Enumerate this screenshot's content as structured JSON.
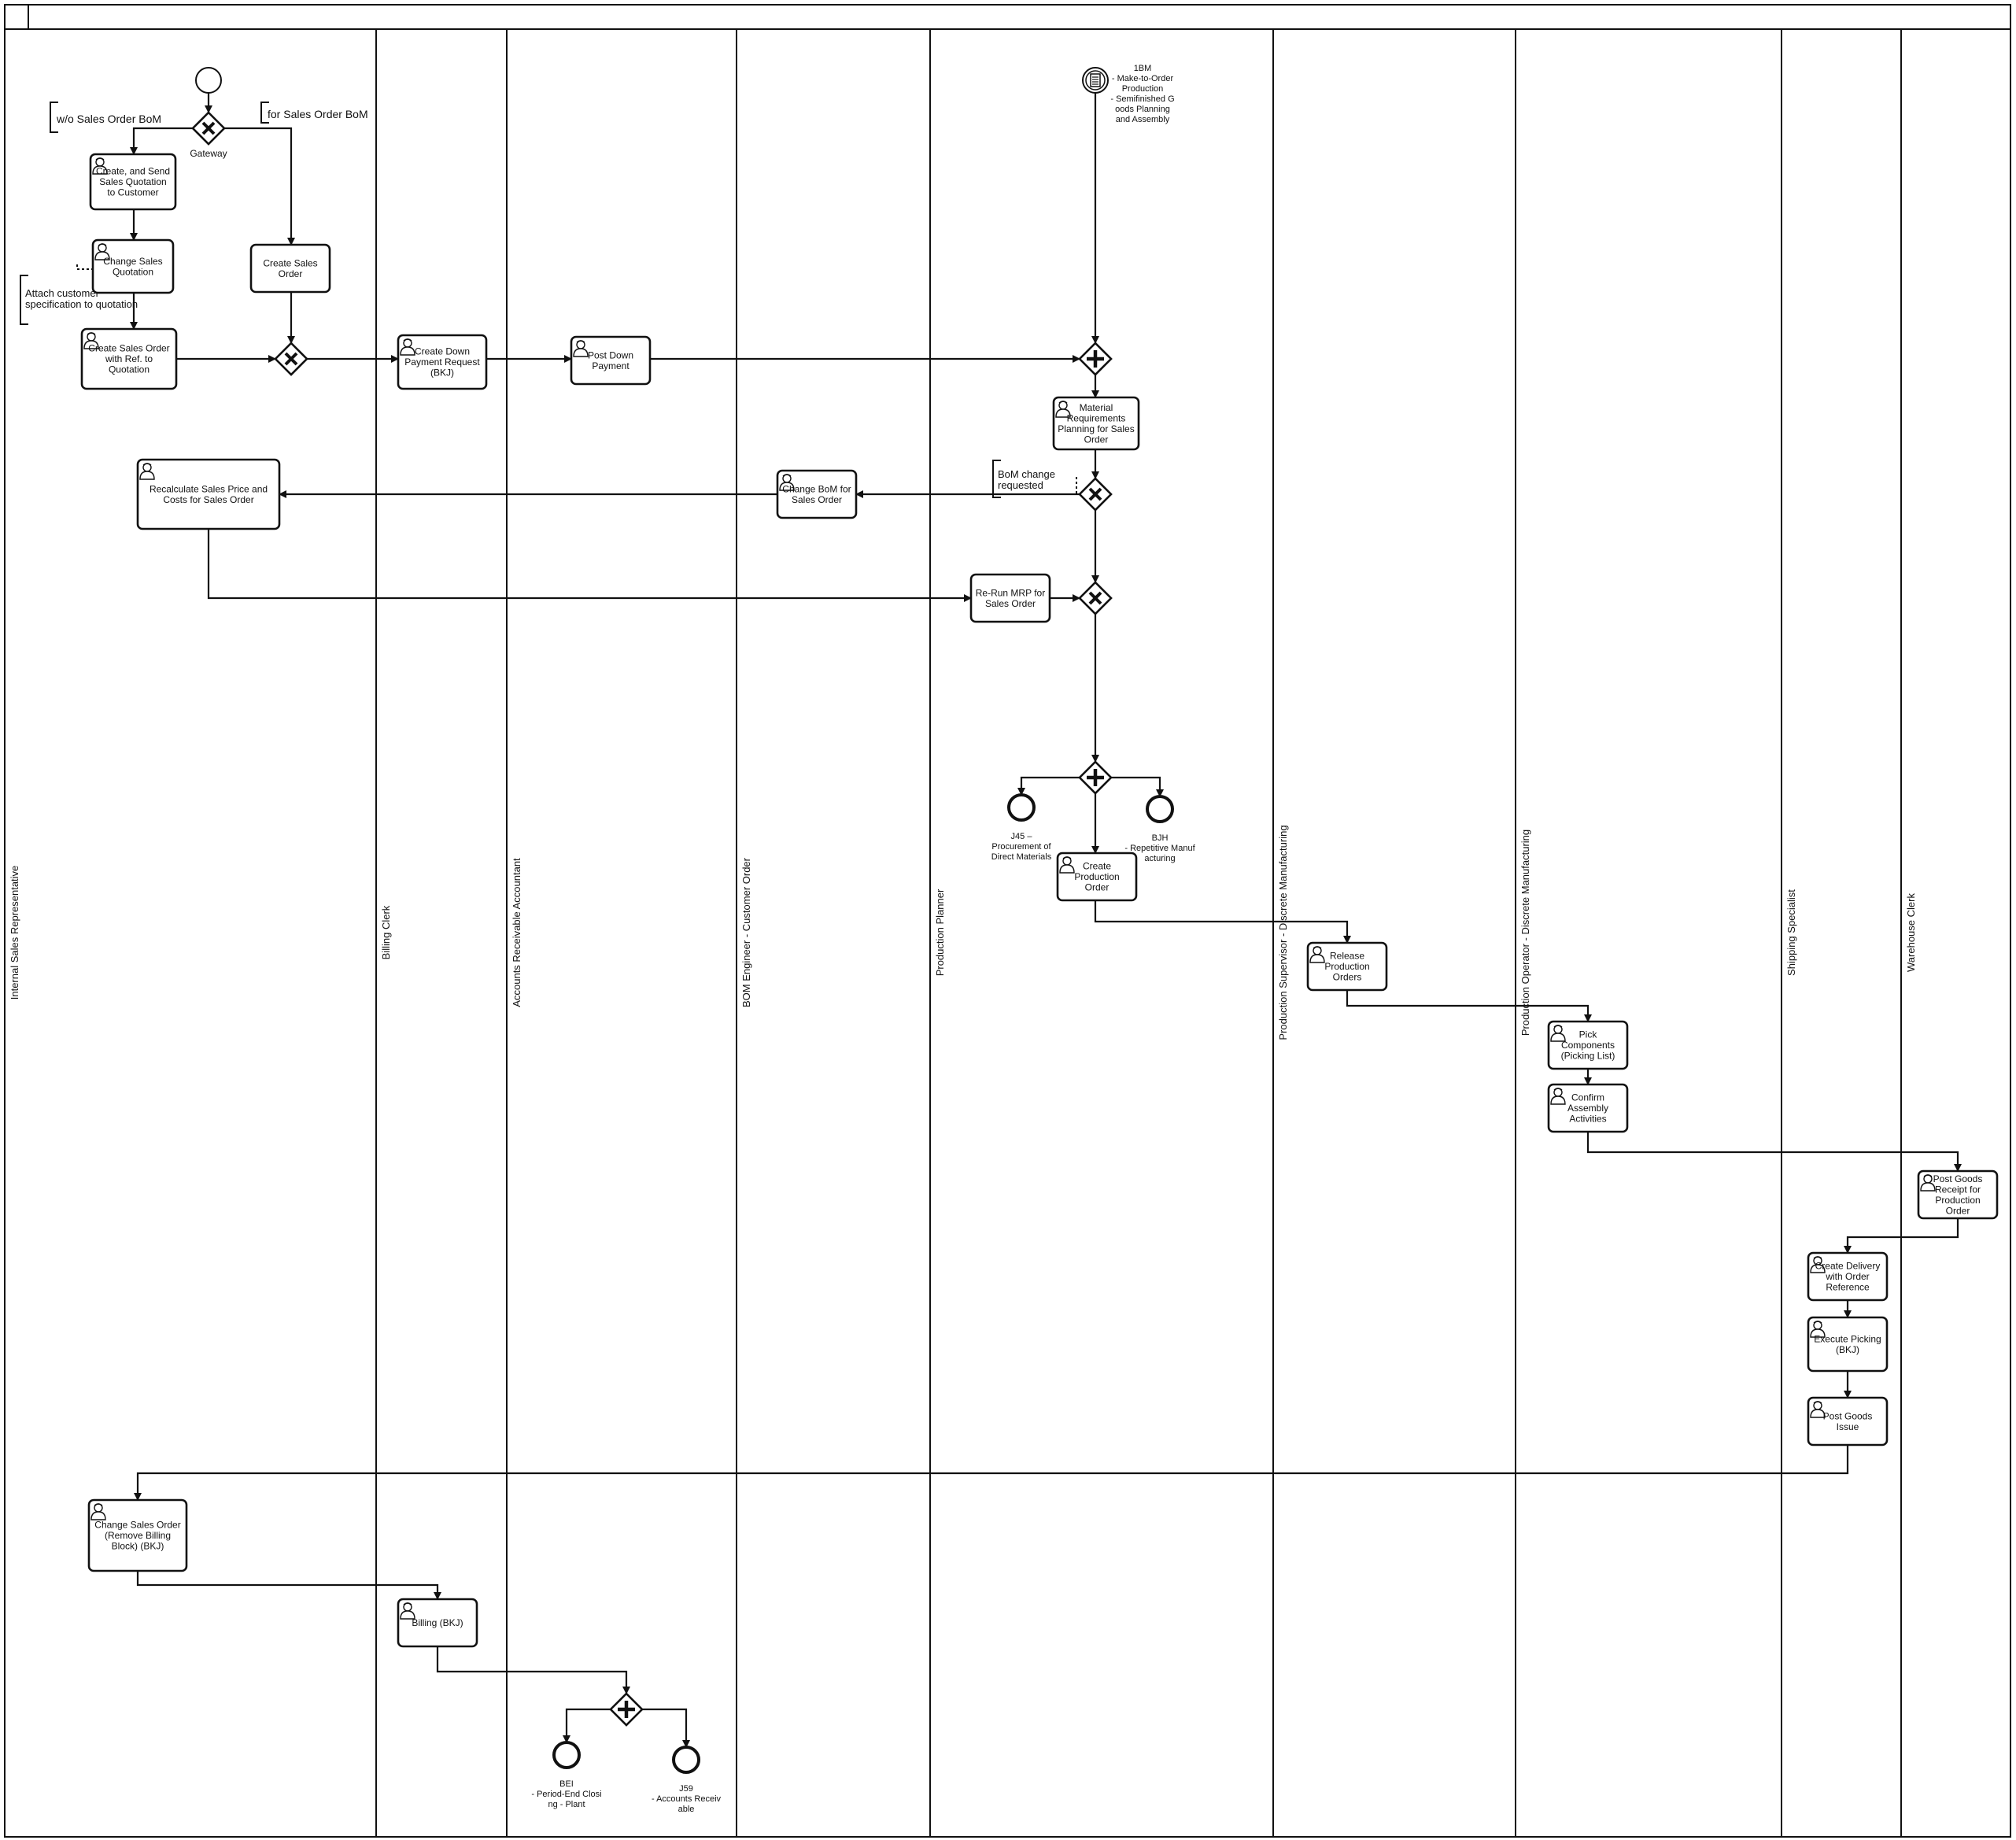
{
  "lanes": [
    {
      "id": "isr",
      "label": "Internal Sales Representative"
    },
    {
      "id": "bc",
      "label": "Billing Clerk"
    },
    {
      "id": "ara",
      "label": "Accounts Receivable Accountant"
    },
    {
      "id": "bom",
      "label": "BOM Engineer - Customer Order"
    },
    {
      "id": "pp",
      "label": "Production Planner"
    },
    {
      "id": "ps",
      "label": "Production Supervisor - Discrete Manufacturing"
    },
    {
      "id": "po",
      "label": "Production Operator - Discrete Manufacturing"
    },
    {
      "id": "ss",
      "label": "Shipping Specialist"
    },
    {
      "id": "wc",
      "label": "Warehouse Clerk"
    }
  ],
  "tasks": [
    {
      "id": "t_quote",
      "lines": [
        "Create, and Send",
        "Sales Quotation",
        "to Customer"
      ],
      "user_icon": true
    },
    {
      "id": "t_change_quote",
      "lines": [
        "Change Sales",
        "Quotation"
      ],
      "user_icon": true
    },
    {
      "id": "t_create_so",
      "lines": [
        "Create Sales",
        "Order"
      ],
      "user_icon": false
    },
    {
      "id": "t_so_ref",
      "lines": [
        "Create Sales Order",
        "with Ref. to",
        "Quotation"
      ],
      "user_icon": true
    },
    {
      "id": "t_down_req",
      "lines": [
        "Create Down",
        "Payment Request",
        "(BKJ)"
      ],
      "user_icon": true
    },
    {
      "id": "t_post_down",
      "lines": [
        "Post Down",
        "Payment"
      ],
      "user_icon": true
    },
    {
      "id": "t_mrp",
      "lines": [
        "Material",
        "Requirements",
        "Planning for Sales",
        "Order"
      ],
      "user_icon": true
    },
    {
      "id": "t_recalc",
      "lines": [
        "Recalculate Sales Price and",
        "Costs for Sales Order"
      ],
      "user_icon": true
    },
    {
      "id": "t_change_bom",
      "lines": [
        "Change BoM for",
        "Sales Order"
      ],
      "user_icon": true
    },
    {
      "id": "t_rerun",
      "lines": [
        "Re-Run MRP for",
        "Sales Order"
      ],
      "user_icon": false
    },
    {
      "id": "t_create_po",
      "lines": [
        "Create",
        "Production",
        "Order"
      ],
      "user_icon": true
    },
    {
      "id": "t_release",
      "lines": [
        "Release",
        "Production",
        "Orders"
      ],
      "user_icon": true
    },
    {
      "id": "t_pick",
      "lines": [
        "Pick",
        "Components",
        "(Picking List)"
      ],
      "user_icon": true
    },
    {
      "id": "t_confirm",
      "lines": [
        "Confirm",
        "Assembly",
        "Activities"
      ],
      "user_icon": true
    },
    {
      "id": "t_gr",
      "lines": [
        "Post Goods",
        "Receipt for",
        "Production",
        "Order"
      ],
      "user_icon": true
    },
    {
      "id": "t_delivery",
      "lines": [
        "Create Delivery",
        "with Order",
        "Reference"
      ],
      "user_icon": true
    },
    {
      "id": "t_picking",
      "lines": [
        "Execute Picking",
        "(BKJ)"
      ],
      "user_icon": true
    },
    {
      "id": "t_gi",
      "lines": [
        "Post Goods",
        "Issue"
      ],
      "user_icon": true
    },
    {
      "id": "t_remove_block",
      "lines": [
        "Change Sales Order",
        "(Remove Billing",
        "Block) (BKJ)"
      ],
      "user_icon": true
    },
    {
      "id": "t_billing",
      "lines": [
        "Billing (BKJ)"
      ],
      "user_icon": true
    }
  ],
  "gateways": [
    {
      "id": "g1",
      "type": "exclusive",
      "label": "Gateway"
    },
    {
      "id": "g2",
      "type": "exclusive",
      "label": ""
    },
    {
      "id": "g3",
      "type": "parallel",
      "label": ""
    },
    {
      "id": "g4",
      "type": "exclusive",
      "label": ""
    },
    {
      "id": "g5",
      "type": "exclusive",
      "label": ""
    },
    {
      "id": "g6",
      "type": "parallel",
      "label": ""
    },
    {
      "id": "g7",
      "type": "parallel",
      "label": ""
    }
  ],
  "events": [
    {
      "id": "start",
      "type": "start",
      "lines": []
    },
    {
      "id": "msg_start",
      "type": "start-message",
      "lines": [
        "1BM",
        "- Make-to-Order",
        "Production",
        "- Semifinished G",
        "oods Planning",
        "and Assembly"
      ]
    },
    {
      "id": "e_j45",
      "type": "end",
      "lines": [
        "J45 –",
        "Procurement of",
        "Direct Materials"
      ]
    },
    {
      "id": "e_bjh",
      "type": "end",
      "lines": [
        "BJH",
        "- Repetitive Manuf",
        "acturing"
      ]
    },
    {
      "id": "e_bei",
      "type": "end",
      "lines": [
        "BEI",
        "- Period-End Closi",
        "ng - Plant"
      ]
    },
    {
      "id": "e_j59",
      "type": "end",
      "lines": [
        "J59",
        "- Accounts Receiv",
        "able"
      ]
    }
  ],
  "annotations": [
    {
      "id": "a_wo",
      "lines": [
        "w/o Sales Order BoM"
      ]
    },
    {
      "id": "a_for",
      "lines": [
        "for Sales Order BoM"
      ]
    },
    {
      "id": "a_attach",
      "lines": [
        "Attach customer",
        "specification to quotation"
      ]
    },
    {
      "id": "a_bom",
      "lines": [
        "BoM change",
        "requested"
      ]
    }
  ]
}
